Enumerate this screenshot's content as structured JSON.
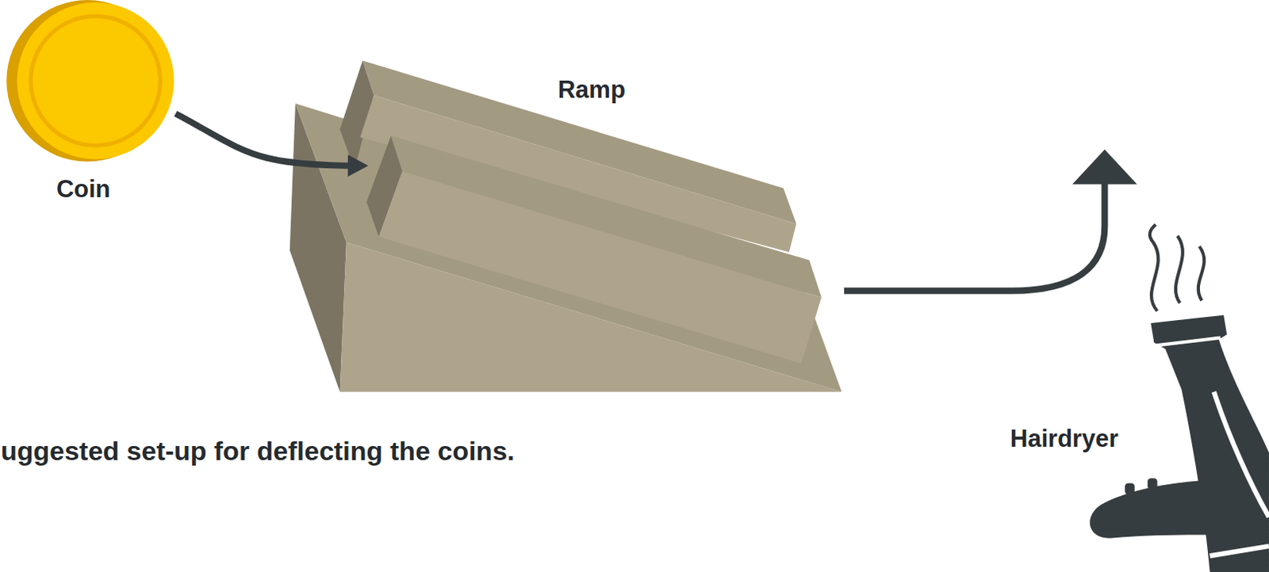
{
  "diagram": {
    "caption": "uggested set-up for deflecting the coins.",
    "nodes": [
      {
        "text": [
          "Coin"
        ]
      },
      {
        "text": [
          "Ramp"
        ]
      },
      {
        "text": [
          "Hairdryer"
        ]
      }
    ],
    "edges": [
      {
        "from": 0,
        "to": 1,
        "arrow": "to"
      }
    ]
  }
}
